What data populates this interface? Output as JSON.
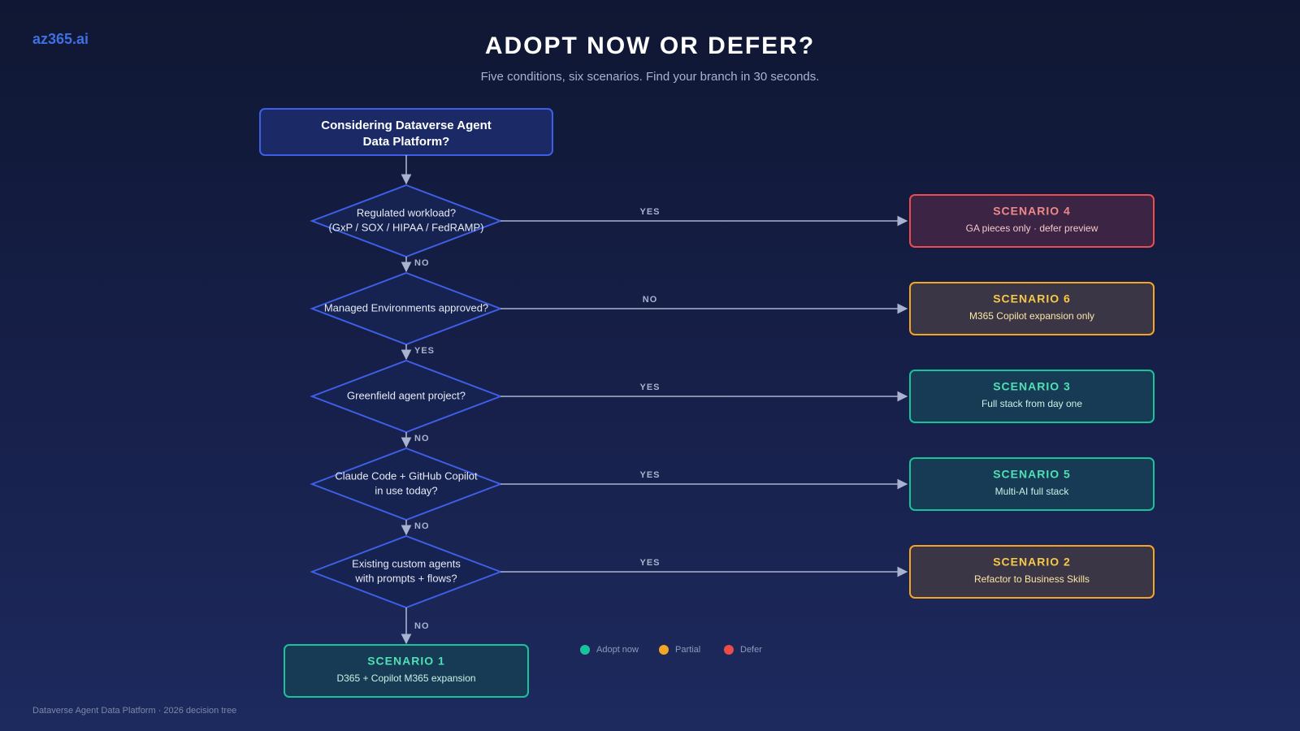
{
  "brand": "az365.ai",
  "title": "ADOPT NOW OR DEFER?",
  "subtitle": "Five conditions, six scenarios. Find your branch in 30 seconds.",
  "footer": "Dataverse Agent Data Platform · 2026 decision tree",
  "start": {
    "lines": [
      "Considering Dataverse Agent",
      "Data Platform?"
    ]
  },
  "decisions": [
    {
      "lines": [
        "Regulated workload?",
        "(GxP / SOX / HIPAA / FedRAMP)"
      ],
      "branch_label": "YES",
      "down_label": "NO"
    },
    {
      "lines": [
        "Managed Environments approved?"
      ],
      "branch_label": "NO",
      "down_label": "YES"
    },
    {
      "lines": [
        "Greenfield agent project?"
      ],
      "branch_label": "YES",
      "down_label": "NO"
    },
    {
      "lines": [
        "Claude Code + GitHub Copilot",
        "in use today?"
      ],
      "branch_label": "YES",
      "down_label": "NO"
    },
    {
      "lines": [
        "Existing custom agents",
        "with prompts + flows?"
      ],
      "branch_label": "YES",
      "down_label": "NO"
    }
  ],
  "scenarios": [
    {
      "title": "SCENARIO 4",
      "desc": "GA pieces only · defer preview",
      "status": "defer"
    },
    {
      "title": "SCENARIO 6",
      "desc": "M365 Copilot expansion only",
      "status": "partial"
    },
    {
      "title": "SCENARIO 3",
      "desc": "Full stack from day one",
      "status": "adopt"
    },
    {
      "title": "SCENARIO 5",
      "desc": "Multi-AI full stack",
      "status": "adopt"
    },
    {
      "title": "SCENARIO 2",
      "desc": "Refactor to Business Skills",
      "status": "partial"
    }
  ],
  "final": {
    "title": "SCENARIO 1",
    "desc": "D365 + Copilot M365 expansion",
    "status": "adopt"
  },
  "legend": [
    {
      "label": "Adopt now",
      "status": "adopt"
    },
    {
      "label": "Partial",
      "status": "partial"
    },
    {
      "label": "Defer",
      "status": "defer"
    }
  ],
  "colors": {
    "adopt": "#19c39a",
    "partial": "#f5a524",
    "defer": "#ef4b4b",
    "adopt_title": "#4fe0b5",
    "partial_title": "#f7c948",
    "defer_title": "#f08a8a",
    "adopt_text": "#c9f3e5",
    "partial_text": "#fde6a6",
    "defer_text": "#f6c9c9",
    "adopt_fill": "#173a55",
    "partial_fill": "#3a3645",
    "defer_fill": "#3b2444",
    "node_stroke": "#3f5ee6",
    "node_fill": "#1b2a66",
    "diamond_fill": "#16224f",
    "connector": "#a9b3cf"
  }
}
